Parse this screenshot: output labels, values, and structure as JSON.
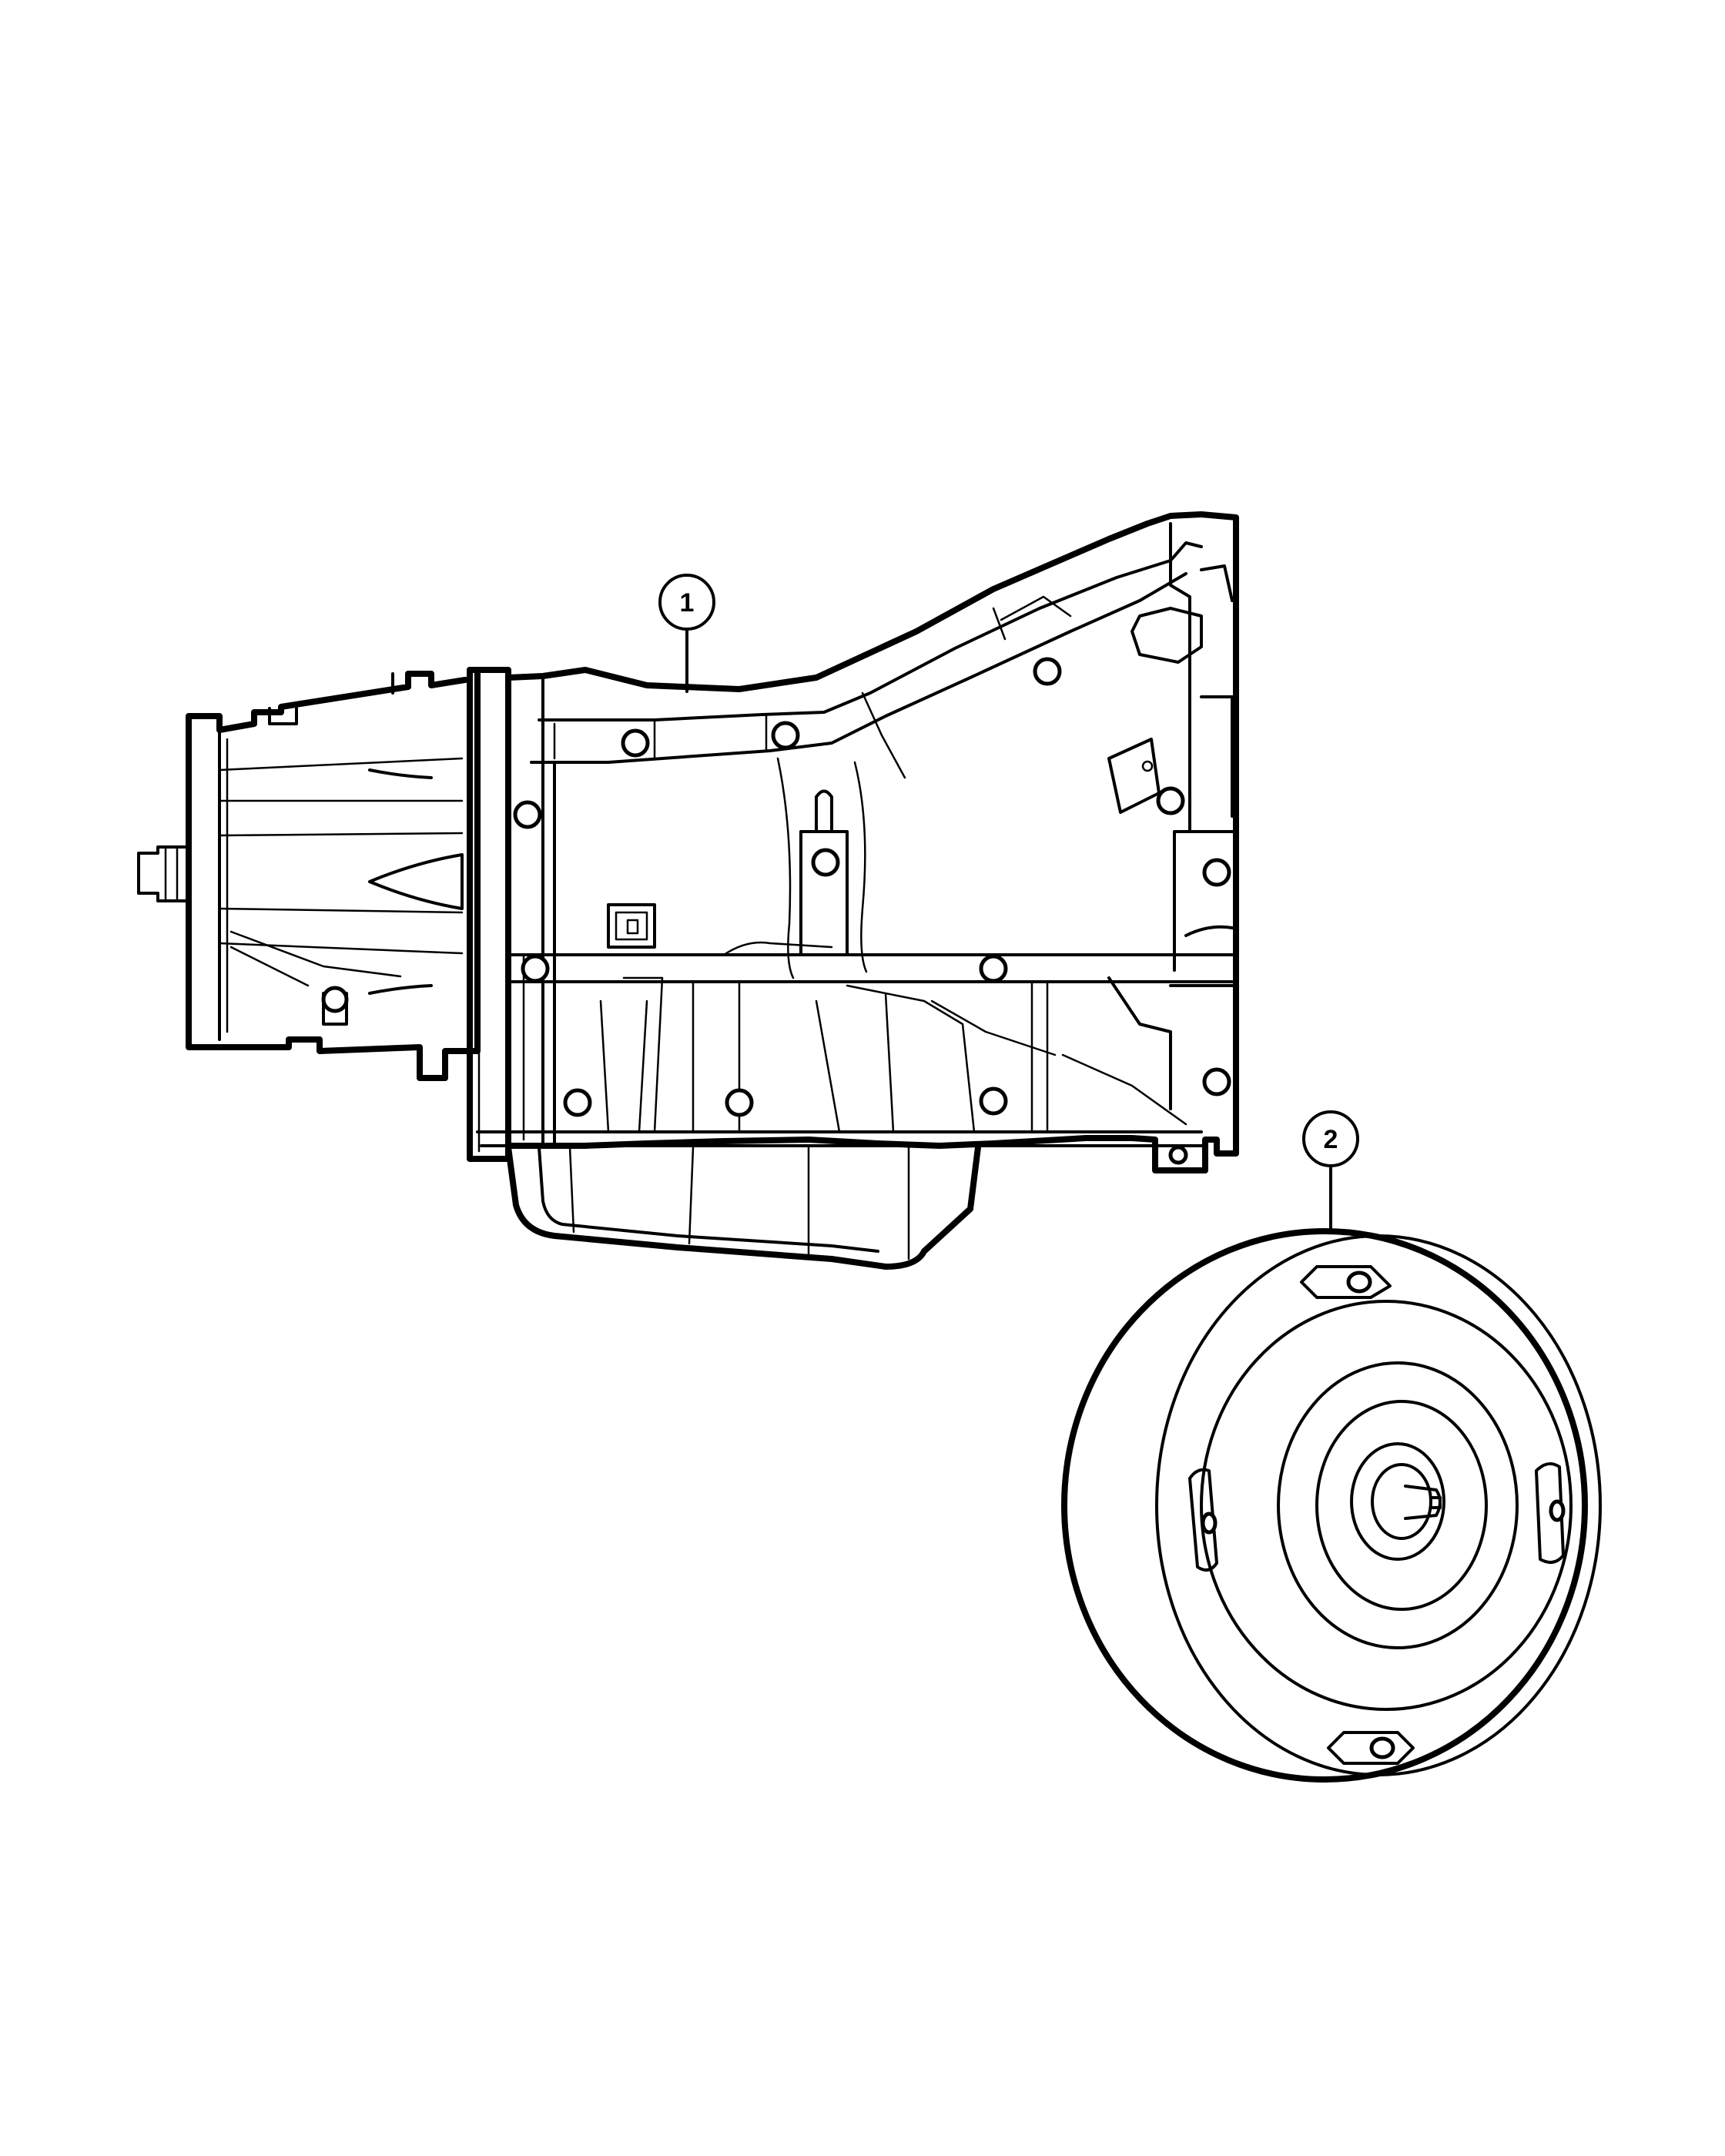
{
  "callouts": [
    {
      "id": "1",
      "part": "transmission"
    },
    {
      "id": "2",
      "part": "torque-converter"
    }
  ]
}
